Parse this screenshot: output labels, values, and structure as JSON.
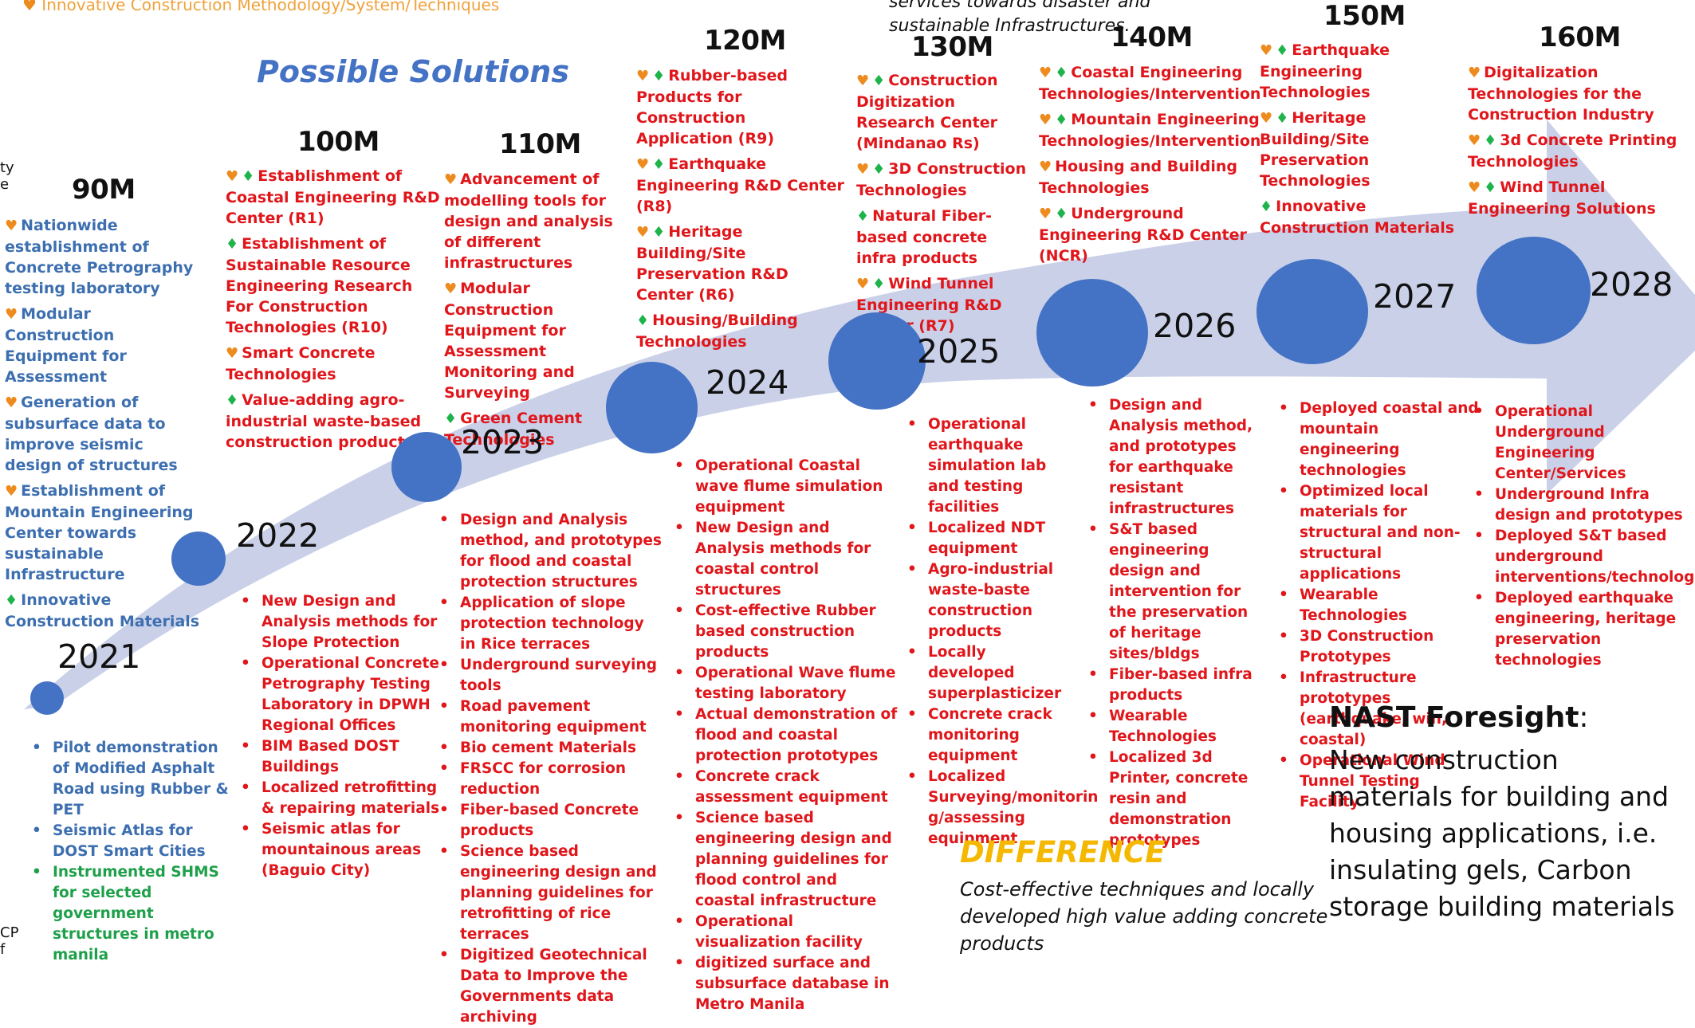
{
  "top_partial": {
    "left_legend": "Innovative Construction Methodology/System/Techniques",
    "center_line1": "services towards disaster and",
    "center_line2": "sustainable Infrastructures."
  },
  "left_edge": {
    "line1": "ty",
    "line2": "e",
    "line3": "CP",
    "line4": "f"
  },
  "possible_solutions": "Possible Solutions",
  "colors": {
    "arrow": "#c9d0e8",
    "circle": "#4472c4",
    "heart": "#ed8b1e",
    "diamond": "#1eb34b",
    "blue_text": "#3d6fb0",
    "red_text": "#e0161b"
  },
  "budgets": [
    {
      "label": "90M"
    },
    {
      "label": "100M"
    },
    {
      "label": "110M"
    },
    {
      "label": "120M"
    },
    {
      "label": "130M"
    },
    {
      "label": "140M"
    },
    {
      "label": "150M"
    },
    {
      "label": "160M"
    }
  ],
  "years": [
    "2021",
    "2022",
    "2023",
    "2024",
    "2025",
    "2026",
    "2027",
    "2028"
  ],
  "upper": {
    "col90": [
      {
        "marks": "heart",
        "text": "Nationwide establishment of Concrete Petrography testing laboratory"
      },
      {
        "marks": "heart",
        "text": "Modular Construction Equipment for Assessment"
      },
      {
        "marks": "heart",
        "text": "Generation of subsurface data to improve seismic design of structures"
      },
      {
        "marks": "heart",
        "text": "Establishment of Mountain Engineering Center towards sustainable Infrastructure"
      },
      {
        "marks": "diamond",
        "text": "Innovative Construction Materials"
      }
    ],
    "col100": [
      {
        "marks": "heart,diamond",
        "text": "Establishment of Coastal Engineering R&D Center (R1)"
      },
      {
        "marks": "diamond",
        "text": "Establishment of Sustainable Resource Engineering Research For Construction Technologies (R10)"
      },
      {
        "marks": "heart",
        "text": "Smart Concrete Technologies"
      },
      {
        "marks": "diamond",
        "text": "Value-adding agro-industrial waste-based construction products"
      }
    ],
    "col110": [
      {
        "marks": "heart",
        "text": "Advancement of modelling tools for design and analysis of different infrastructures"
      },
      {
        "marks": "heart",
        "text": "Modular Construction Equipment for Assessment Monitoring and Surveying"
      },
      {
        "marks": "diamond",
        "text": "Green Cement Technologies"
      }
    ],
    "col120": [
      {
        "marks": "heart,diamond",
        "text": "Rubber-based Products for Construction Application (R9)"
      },
      {
        "marks": "heart,diamond",
        "text": "Earthquake Engineering R&D Center (R8)"
      },
      {
        "marks": "heart,diamond",
        "text": "Heritage Building/Site Preservation R&D Center (R6)"
      },
      {
        "marks": "diamond",
        "text": "Housing/Building Technologies"
      }
    ],
    "col130": [
      {
        "marks": "heart,diamond",
        "text": "Construction Digitization Research Center (Mindanao Rs)"
      },
      {
        "marks": "heart,diamond",
        "text": "3D Construction Technologies"
      },
      {
        "marks": "diamond",
        "text": "Natural Fiber-based concrete infra products"
      },
      {
        "marks": "heart,diamond",
        "text": "Wind Tunnel Engineering R&D Center (R7)"
      }
    ],
    "col140": [
      {
        "marks": "heart,diamond",
        "text": "Coastal Engineering Technologies/Intervention"
      },
      {
        "marks": "heart,diamond",
        "text": "Mountain Engineering Technologies/Intervention"
      },
      {
        "marks": "heart",
        "text": "Housing  and Building Technologies"
      },
      {
        "marks": "heart,diamond",
        "text": "Underground Engineering R&D Center (NCR)"
      }
    ],
    "col150": [
      {
        "marks": "heart,diamond",
        "text": "Earthquake Engineering Technologies"
      },
      {
        "marks": "heart,diamond",
        "text": "Heritage Building/Site Preservation Technologies"
      },
      {
        "marks": "diamond",
        "text": "Innovative Construction Materials"
      }
    ],
    "col160": [
      {
        "marks": "heart",
        "text": "Digitalization Technologies for the Construction Industry"
      },
      {
        "marks": "heart,diamond",
        "text": "3d Concrete Printing Technologies"
      },
      {
        "marks": "heart,diamond",
        "text": "Wind Tunnel Engineering Solutions"
      }
    ]
  },
  "lower": {
    "y2021": [
      {
        "color": "blue",
        "text": "Pilot demonstration of Modified  Asphalt Road using Rubber & PET"
      },
      {
        "color": "blue",
        "text": "Seismic Atlas for DOST Smart Cities"
      },
      {
        "color": "green",
        "text": "Instrumented SHMS for selected government structures in metro manila"
      }
    ],
    "y2022": [
      "New Design and Analysis methods  for Slope Protection",
      "Operational Concrete Petrography Testing Laboratory in DPWH Regional Offices",
      "BIM Based DOST Buildings",
      "Localized retrofitting & repairing materials",
      "Seismic atlas for mountainous areas (Baguio City)"
    ],
    "y2023": [
      "Design and Analysis method, and prototypes  for flood and coastal protection structures",
      "Application of slope protection technology in Rice terraces",
      "Underground surveying tools",
      "Road pavement monitoring equipment",
      "Bio cement Materials",
      "FRSCC for corrosion reduction",
      "Fiber-based Concrete products",
      "Science based engineering design and planning guidelines for retrofitting of rice terraces",
      "Digitized Geotechnical Data to Improve the Governments data archiving"
    ],
    "y2024": [
      "Operational Coastal wave flume simulation equipment",
      "New Design and Analysis methods for coastal control structures",
      "Cost-effective Rubber based construction products",
      "Operational Wave flume testing laboratory",
      "Actual demonstration of flood and coastal protection prototypes",
      "Concrete crack assessment equipment",
      "Science based engineering design and planning guidelines for flood control and coastal infrastructure",
      "Operational visualization facility",
      "digitized surface and subsurface database in Metro Manila"
    ],
    "y2025": [
      "Operational earthquake simulation lab and testing facilities",
      "Localized NDT equipment",
      "Agro-industrial waste-baste construction products",
      " Locally developed superplasticizer",
      "Concrete crack monitoring equipment",
      "Localized Surveying/monitorin g/assessing equipment"
    ],
    "y2026": [
      "Design and Analysis method, and prototypes for earthquake resistant infrastructures",
      "S&T based engineering design and intervention for the preservation of heritage sites/bldgs",
      "Fiber-based infra products",
      "Wearable Technologies",
      "Localized 3d Printer, concrete resin and demonstration prototypes"
    ],
    "y2027": [
      "Deployed coastal and mountain engineering technologies",
      "Optimized local materials for structural and non-structural applications",
      "Wearable Technologies",
      "3D Construction Prototypes",
      "Infrastructure prototypes (earthquake, win, coastal)",
      "Operational Wind Tunnel Testing Facility"
    ],
    "y2028": [
      "Operational Underground Engineering Center/Services",
      "Underground Infra design and prototypes",
      "Deployed S&T based underground interventions/technologies",
      "Deployed earthquake engineering, heritage preservation technologies"
    ]
  },
  "difference": {
    "title": "DIFFERENCE",
    "text": "Cost-effective techniques and locally developed high value adding concrete products"
  },
  "nast": {
    "title": "NAST Foresight",
    "colon": ":",
    "text": "New construction materials for building and housing applications, i.e. insulating gels, Carbon storage building materials"
  }
}
